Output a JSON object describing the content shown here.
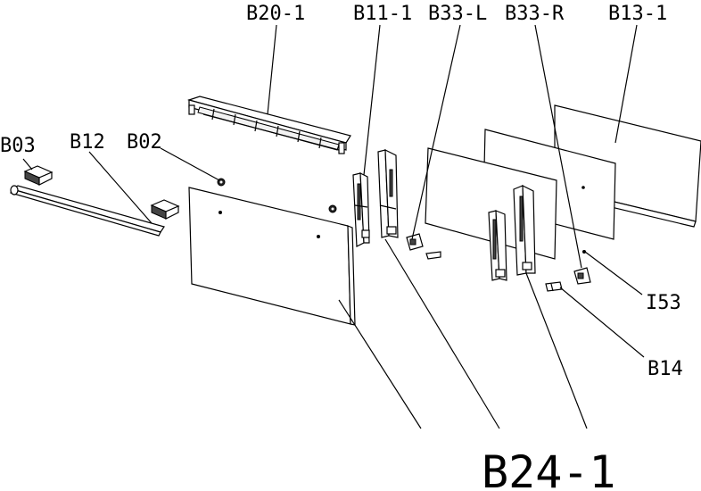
{
  "labels": {
    "b20_1": "B20-1",
    "b11_1": "B11-1",
    "b33_l": "B33-L",
    "b33_r": "B33-R",
    "b13_1": "B13-1",
    "b03": "B03",
    "b12": "B12",
    "b02": "B02",
    "i53": "I53",
    "b14": "B14",
    "b24_1": "B24-1"
  }
}
